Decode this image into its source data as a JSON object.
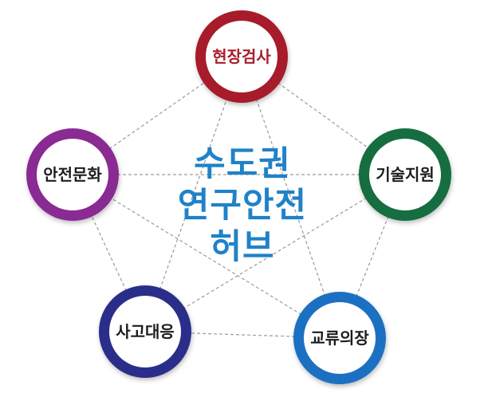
{
  "center": {
    "lines": [
      "수도권",
      "연구안전",
      "허브"
    ],
    "color": "#1f82c8"
  },
  "nodes": [
    {
      "id": "field-inspection",
      "label": "현장검사",
      "color": "#a61f2b",
      "text_color": "#a61f2b"
    },
    {
      "id": "tech-support",
      "label": "기술지원",
      "color": "#136d3f",
      "text_color": "#1d1d1d"
    },
    {
      "id": "exchange",
      "label": "교류의장",
      "color": "#1b6fc2",
      "text_color": "#1d1d1d"
    },
    {
      "id": "accident-response",
      "label": "사고대응",
      "color": "#2b2f8a",
      "text_color": "#1d1d1d"
    },
    {
      "id": "safety-culture",
      "label": "안전문화",
      "color": "#8a2a93",
      "text_color": "#1d1d1d"
    }
  ],
  "connector_color": "#9a9a9a"
}
